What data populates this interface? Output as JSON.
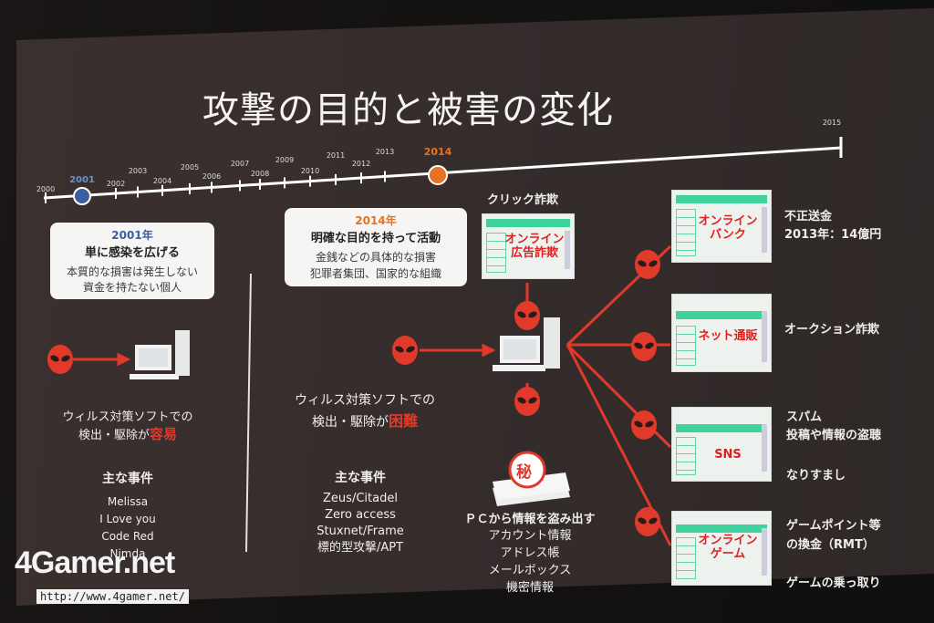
{
  "slide": {
    "title": "攻撃の目的と被害の変化",
    "timeline_years": [
      "2000",
      "2001",
      "2002",
      "2003",
      "2004",
      "2005",
      "2006",
      "2007",
      "2008",
      "2009",
      "2010",
      "2011",
      "2012",
      "2013",
      "2014",
      "2015"
    ],
    "box2001": {
      "year": "2001年",
      "heading": "単に感染を広げる",
      "line1": "本質的な損害は発生しない",
      "line2": "資金を持たない個人"
    },
    "box2014": {
      "year": "2014年",
      "heading": "明確な目的を持って活動",
      "line1": "金銭などの具体的な損害",
      "line2": "犯罪者集団、国家的な組織"
    },
    "left": {
      "av_line1": "ウィルス対策ソフトでの",
      "av_line2_prefix": "検出・駆除が",
      "av_line2_emph": "容易",
      "incidents_heading": "主な事件",
      "incidents": [
        "Melissa",
        "I Love you",
        "Code Red",
        "Nimda"
      ]
    },
    "right": {
      "av_line1": "ウィルス対策ソフトでの",
      "av_line2_prefix": "検出・駆除が",
      "av_line2_emph": "困難",
      "incidents_heading": "主な事件",
      "incidents": [
        "Zeus/Citadel",
        "Zero access",
        "Stuxnet/Frame",
        "標的型攻撃/APT"
      ]
    },
    "click_fraud": {
      "label": "クリック詐欺",
      "pane_text": "オンライン\n広告詐欺"
    },
    "secret_stamp": "秘",
    "theft": {
      "heading": "ＰＣから情報を盗み出す",
      "items": [
        "アカウント情報",
        "アドレス帳",
        "メールボックス",
        "機密情報"
      ]
    },
    "targets": [
      {
        "pane": "オンライン\nバンク",
        "desc1": "不正送金",
        "desc2": "2013年：14億円"
      },
      {
        "pane": "ネット通販",
        "desc1": "オークション詐欺",
        "desc2": ""
      },
      {
        "pane": "SNS",
        "desc1": "スパム",
        "desc2": "投稿や情報の盗聴",
        "desc3": "なりすまし"
      },
      {
        "pane": "オンライン\nゲーム",
        "desc1": "ゲームポイント等",
        "desc2": "の換金（RMT）",
        "desc3": "ゲームの乗っ取り"
      }
    ],
    "colors": {
      "accent_red": "#e23a2a",
      "year_2001": "#3b5fa0",
      "year_2014": "#e8721e",
      "pane_green": "#3fd29c"
    }
  },
  "watermark": {
    "logo": "4Gamer.net",
    "url": "http://www.4gamer.net/"
  }
}
